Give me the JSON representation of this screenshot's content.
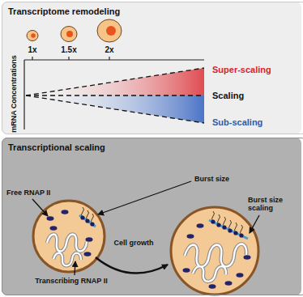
{
  "diagram": {
    "nodes": [
      {
        "text": [
          "Transcriptome remodeling"
        ]
      },
      {
        "text": [
          "Transcriptional scaling"
        ]
      }
    ],
    "labels": [
      "1x",
      "1.5x",
      "2x",
      "mRNA Concentrations",
      "Super-scaling",
      "Scaling",
      "Sub-scaling",
      "Free RNAP II",
      "Transcribing RNAP II",
      "Burst size",
      "Burst size scaling",
      "Cell growth"
    ]
  }
}
